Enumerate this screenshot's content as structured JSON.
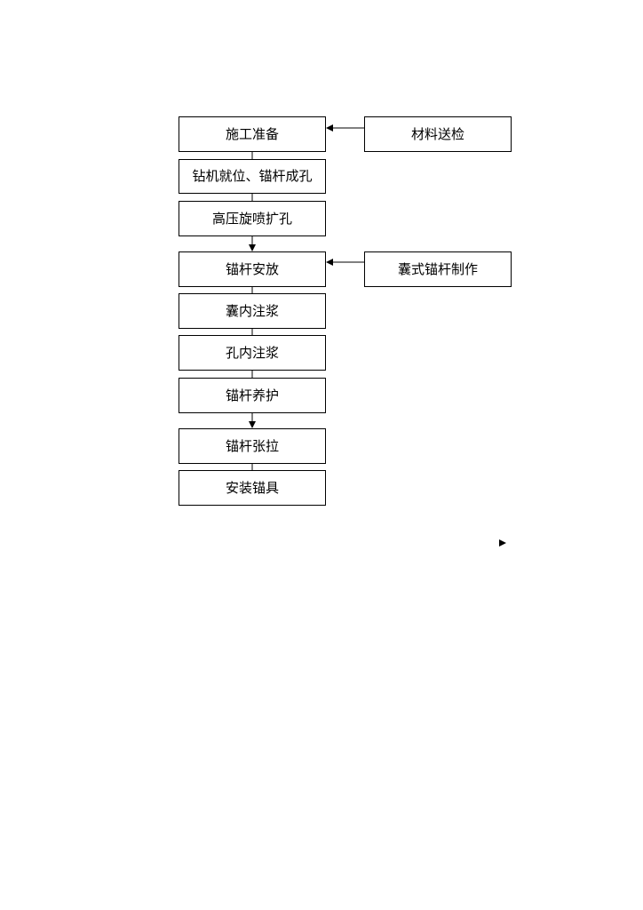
{
  "flowchart": {
    "main_steps": [
      "施工准备",
      "钻机就位、锚杆成孔",
      "高压旋喷扩孔",
      "锚杆安放",
      "囊内注浆",
      "孔内注浆",
      "锚杆养护",
      "锚杆张拉",
      "安装锚具"
    ],
    "side_inputs": [
      "材料送检",
      "囊式锚杆制作"
    ],
    "colors": {
      "line": "#000000",
      "box_border": "#000000",
      "background": "#ffffff"
    }
  }
}
